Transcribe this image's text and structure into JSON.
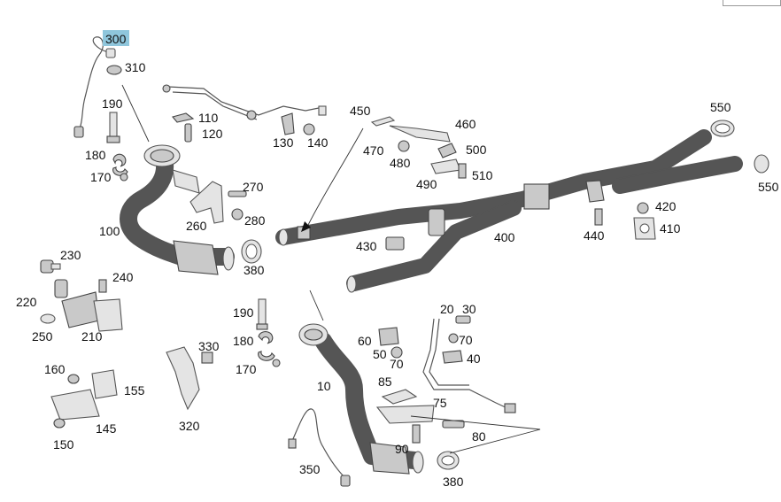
{
  "highlight_color": "#8fc6dc",
  "highlighted_part": "300",
  "labels": {
    "l300": "300",
    "l310": "310",
    "l190a": "190",
    "l180a": "180",
    "l170a": "170",
    "l110": "110",
    "l120": "120",
    "l130": "130",
    "l140": "140",
    "l450": "450",
    "l460": "460",
    "l470": "470",
    "l480": "480",
    "l500": "500",
    "l490": "490",
    "l510": "510",
    "l550a": "550",
    "l550b": "550",
    "l270": "270",
    "l280": "280",
    "l260": "260",
    "l100": "100",
    "l380a": "380",
    "l400": "400",
    "l430": "430",
    "l420": "420",
    "l410": "410",
    "l440": "440",
    "l230": "230",
    "l240": "240",
    "l220": "220",
    "l250": "250",
    "l210": "210",
    "l190b": "190",
    "l180b": "180",
    "l170b": "170",
    "l330": "330",
    "l320": "320",
    "l160": "160",
    "l155": "155",
    "l145": "145",
    "l150": "150",
    "l60": "60",
    "l50": "50",
    "l70a": "70",
    "l20": "20",
    "l30": "30",
    "l70b": "70",
    "l40": "40",
    "l85": "85",
    "l75": "75",
    "l80": "80",
    "l90": "90",
    "l10": "10",
    "l350": "350",
    "l380b": "380"
  }
}
